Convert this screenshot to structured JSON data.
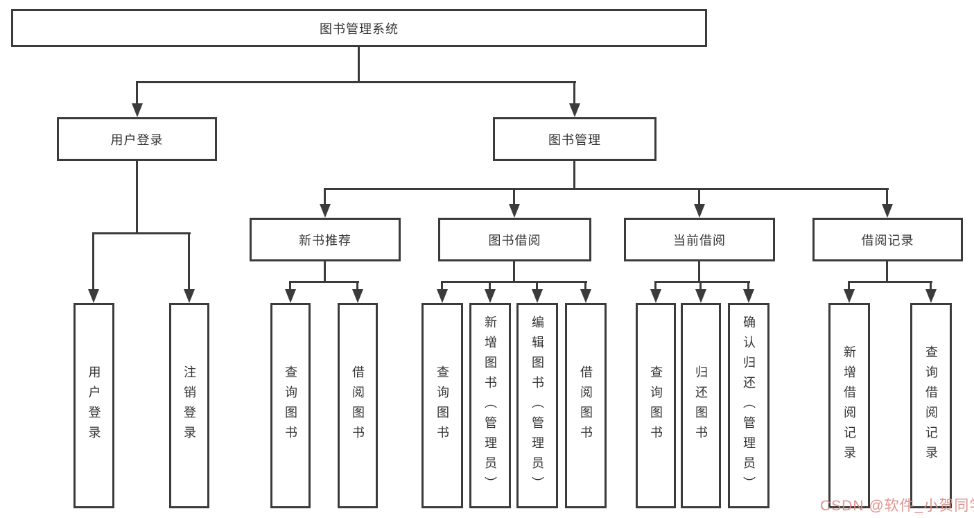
{
  "tree": {
    "root": {
      "label": "图书管理系统"
    },
    "branches": [
      {
        "label": "用户登录",
        "children": [
          {
            "label": "用户登录"
          },
          {
            "label": "注销登录"
          }
        ]
      },
      {
        "label": "图书管理",
        "children": [
          {
            "label": "新书推荐",
            "children": [
              {
                "label": "查询图书"
              },
              {
                "label": "借阅图书"
              }
            ]
          },
          {
            "label": "图书借阅",
            "children": [
              {
                "label": "查询图书"
              },
              {
                "label": "新增图书（管理员）"
              },
              {
                "label": "编辑图书（管理员）"
              },
              {
                "label": "借阅图书"
              }
            ]
          },
          {
            "label": "当前借阅",
            "children": [
              {
                "label": "查询图书"
              },
              {
                "label": "归还图书"
              },
              {
                "label": "确认归还（管理员）"
              }
            ]
          },
          {
            "label": "借阅记录",
            "children": [
              {
                "label": "新增借阅记录"
              },
              {
                "label": "查询借阅记录"
              }
            ]
          }
        ]
      }
    ]
  },
  "watermark": {
    "text": "CSDN @软件_小贺同学"
  },
  "colors": {
    "line": "#3b3b3b",
    "text": "#333333",
    "watermark": "#dd8c86"
  }
}
